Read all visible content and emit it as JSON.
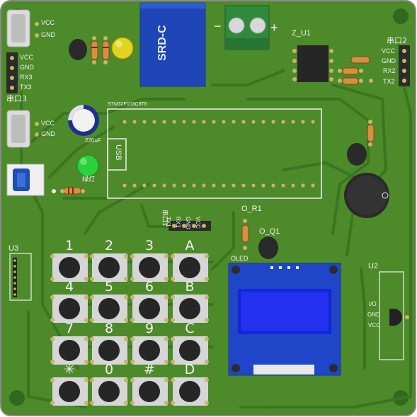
{
  "board": {
    "colors": {
      "pcb": "#4e8a2a",
      "trace": "#3f7a22",
      "silk": "#f3f3f3",
      "pad": "#c8b46a"
    }
  },
  "labels": {
    "vcc1": "VCC",
    "gnd1": "GND",
    "ser3_vcc": "VCC",
    "ser3_gnd": "GND",
    "ser3_rx": "RX3",
    "ser3_tx": "TX3",
    "ser3_title": "串口3",
    "vcc2": "VCC",
    "gnd2": "GND",
    "relay": "SRD-C",
    "plus": "+",
    "minus": "−",
    "z_u1": "Z_U1",
    "ser2_title": "串口2",
    "ser2_vcc": "VCC",
    "ser2_gnd": "GND",
    "ser2_rx": "RX2",
    "ser2_tx": "TX2",
    "mcu": "STM32F103C8T6",
    "usb": "USB",
    "cap": "220uF",
    "green_led": "绿灯",
    "ser1_title": "串口1",
    "ser1_pins": [
      "TX1",
      "RX1",
      "GND",
      "VCC"
    ],
    "o_r1": "O_R1",
    "o_q1": "O_Q1",
    "oled": "OLED",
    "u3": "U3",
    "u2": "U2",
    "u2_pins": [
      "I/O",
      "GND",
      "VCC"
    ],
    "keys": [
      "1",
      "2",
      "3",
      "A",
      "4",
      "5",
      "6",
      "B",
      "7",
      "8",
      "9",
      "C",
      "✳",
      "0",
      "#",
      "D"
    ]
  }
}
